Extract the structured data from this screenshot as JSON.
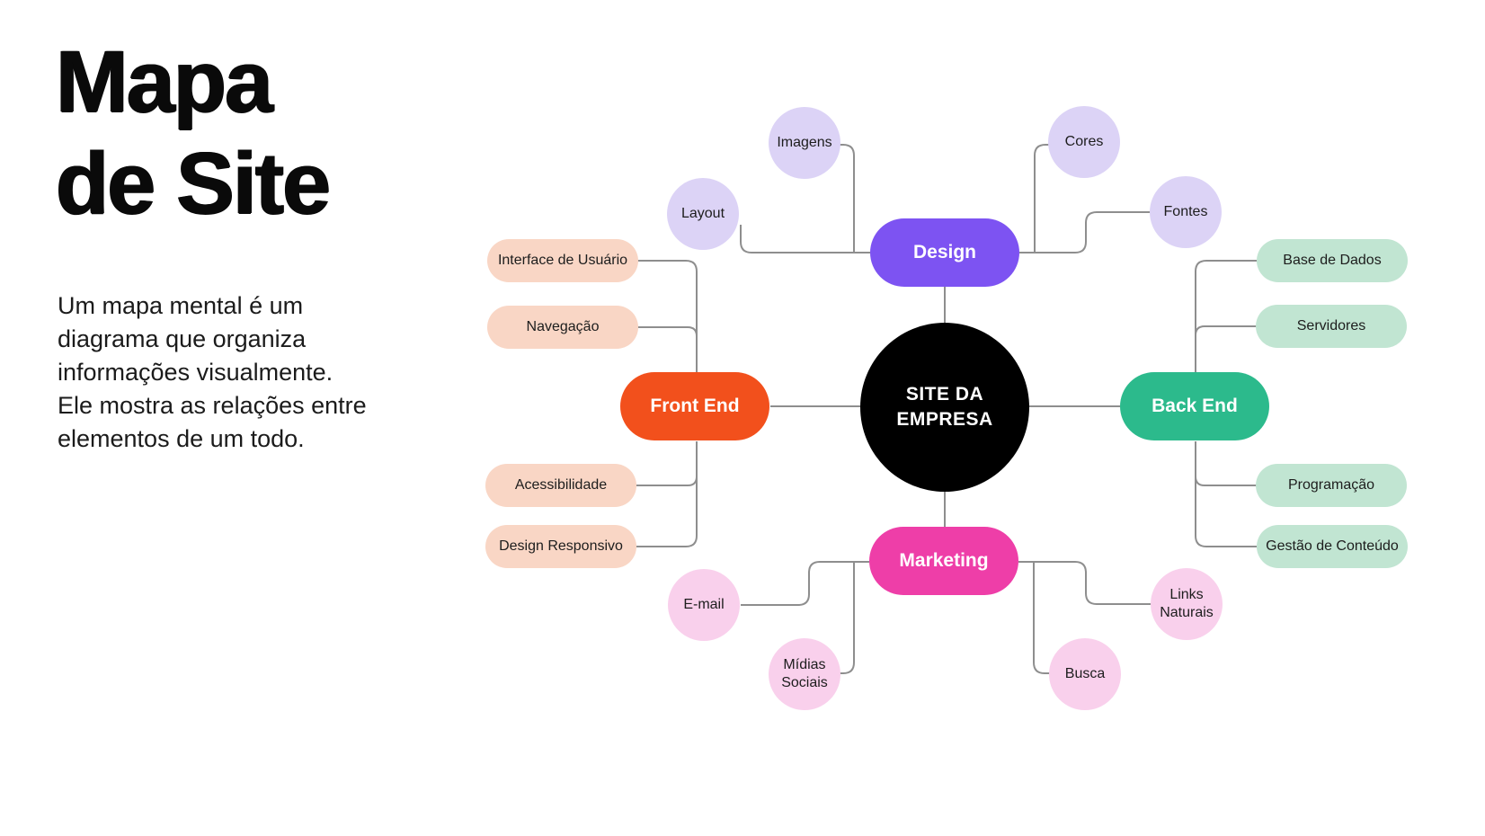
{
  "intro": {
    "title": "Mapa\nde Site",
    "description": "Um mapa mental é um\ndiagrama que organiza\ninformações visualmente.\nEle mostra as relações entre\nelementos de um todo."
  },
  "palette": {
    "background": "#ffffff",
    "title_text": "#0a0a0a",
    "body_text": "#1b1b1b",
    "connector": "#8e8e8e",
    "center_fill": "#000000",
    "center_text": "#ffffff",
    "design_fill": "#7d53f2",
    "design_sub_fill": "#dcd3f6",
    "frontend_fill": "#f2501c",
    "frontend_sub_fill": "#f9d6c5",
    "backend_fill": "#2cba8c",
    "backend_sub_fill": "#c1e5d2",
    "marketing_fill": "#ee3ea8",
    "marketing_sub_fill": "#f9d0ec"
  },
  "mindmap": {
    "center": {
      "label": "SITE DA\nEMPRESA"
    },
    "branches": [
      {
        "id": "design",
        "label": "Design",
        "children": [
          {
            "label": "Imagens"
          },
          {
            "label": "Layout"
          },
          {
            "label": "Cores"
          },
          {
            "label": "Fontes"
          }
        ]
      },
      {
        "id": "front-end",
        "label": "Front End",
        "children": [
          {
            "label": "Interface de Usuário"
          },
          {
            "label": "Navegação"
          },
          {
            "label": "Acessibilidade"
          },
          {
            "label": "Design Responsivo"
          }
        ]
      },
      {
        "id": "back-end",
        "label": "Back End",
        "children": [
          {
            "label": "Base de Dados"
          },
          {
            "label": "Servidores"
          },
          {
            "label": "Programação"
          },
          {
            "label": "Gestão de Conteúdo"
          }
        ]
      },
      {
        "id": "marketing",
        "label": "Marketing",
        "children": [
          {
            "label": "E-mail"
          },
          {
            "label": "Mídias\nSociais"
          },
          {
            "label": "Busca"
          },
          {
            "label": "Links\nNaturais"
          }
        ]
      }
    ]
  }
}
